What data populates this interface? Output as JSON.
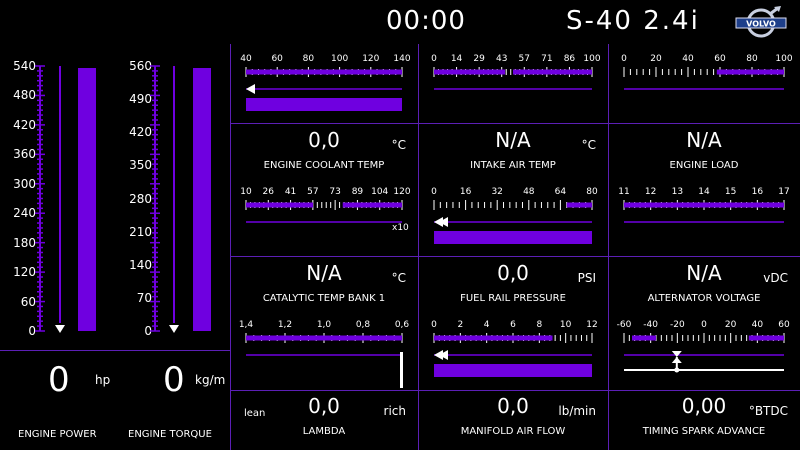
{
  "header": {
    "clock": "00:00",
    "model": "S-40 2.4i",
    "logo_text": "VOLVO"
  },
  "colors": {
    "accent": "#6f00e0",
    "line": "#5c1fb5",
    "bg": "#000000",
    "text": "#ffffff"
  },
  "left_panels": [
    {
      "ticks": [
        "540",
        "480",
        "420",
        "360",
        "300",
        "240",
        "180",
        "120",
        "60",
        "0"
      ],
      "value": "0",
      "unit": "hp",
      "caption": "ENGINE POWER"
    },
    {
      "ticks": [
        "560",
        "490",
        "420",
        "350",
        "280",
        "210",
        "140",
        "70",
        "0"
      ],
      "value": "0",
      "unit": "kg/m",
      "caption": "ENGINE TORQUE"
    }
  ],
  "gauges": [
    {
      "scale": [
        "40",
        "60",
        "80",
        "100",
        "120",
        "140"
      ],
      "value": "0,0",
      "unit": "°C",
      "caption": "ENGINE COOLANT TEMP"
    },
    {
      "scale": [
        "0",
        "14",
        "29",
        "43",
        "57",
        "71",
        "86",
        "100"
      ],
      "value": "N/A",
      "unit": "°C",
      "caption": "INTAKE AIR TEMP"
    },
    {
      "scale": [
        "0",
        "20",
        "40",
        "60",
        "80",
        "100"
      ],
      "value": "N/A",
      "unit": "",
      "caption": "ENGINE LOAD"
    },
    {
      "scale": [
        "10",
        "26",
        "41",
        "57",
        "73",
        "89",
        "104",
        "120"
      ],
      "multiplier": "x10",
      "value": "N/A",
      "unit": "°C",
      "caption": "CATALYTIC TEMP BANK 1"
    },
    {
      "scale": [
        "0",
        "16",
        "32",
        "48",
        "64",
        "80"
      ],
      "value": "0,0",
      "unit": "PSI",
      "caption": "FUEL RAIL PRESSURE"
    },
    {
      "scale": [
        "11",
        "12",
        "13",
        "14",
        "15",
        "16",
        "17"
      ],
      "value": "N/A",
      "unit": "vDC",
      "caption": "ALTERNATOR VOLTAGE"
    },
    {
      "scale": [
        "1,4",
        "1,2",
        "1,0",
        "0,8",
        "0,6"
      ],
      "value": "0,0",
      "unit_left": "lean",
      "unit": "rich",
      "caption": "LAMBDA"
    },
    {
      "scale": [
        "0",
        "2",
        "4",
        "6",
        "8",
        "10",
        "12"
      ],
      "value": "0,0",
      "unit": "lb/min",
      "caption": "MANIFOLD AIR FLOW"
    },
    {
      "scale": [
        "-60",
        "-40",
        "-20",
        "0",
        "20",
        "40",
        "60"
      ],
      "value": "0,00",
      "unit": "°BTDC",
      "caption": "TIMING SPARK ADVANCE"
    }
  ]
}
